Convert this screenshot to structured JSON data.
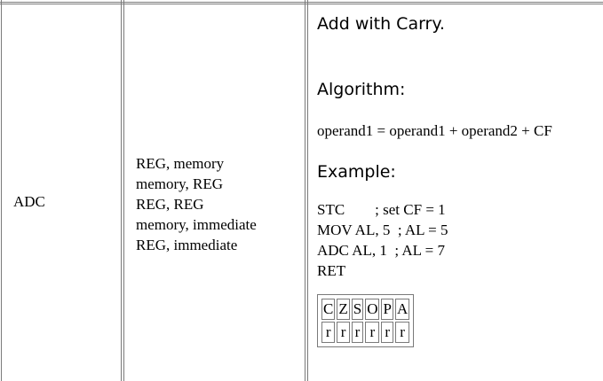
{
  "instruction": {
    "mnemonic": "ADC",
    "operands": [
      "REG, memory",
      "memory, REG",
      "REG, REG",
      "memory, immediate",
      "REG, immediate"
    ],
    "description": "Add with Carry.",
    "algorithm_heading": "Algorithm:",
    "algorithm": "operand1 = operand1 + operand2 + CF",
    "example_heading": "Example:",
    "example_lines": [
      "STC        ; set CF = 1",
      "MOV AL, 5  ; AL = 5",
      "ADC AL, 1  ; AL = 7",
      "RET"
    ],
    "flags": {
      "names": [
        "C",
        "Z",
        "S",
        "O",
        "P",
        "A"
      ],
      "values": [
        "r",
        "r",
        "r",
        "r",
        "r",
        "r"
      ]
    }
  }
}
